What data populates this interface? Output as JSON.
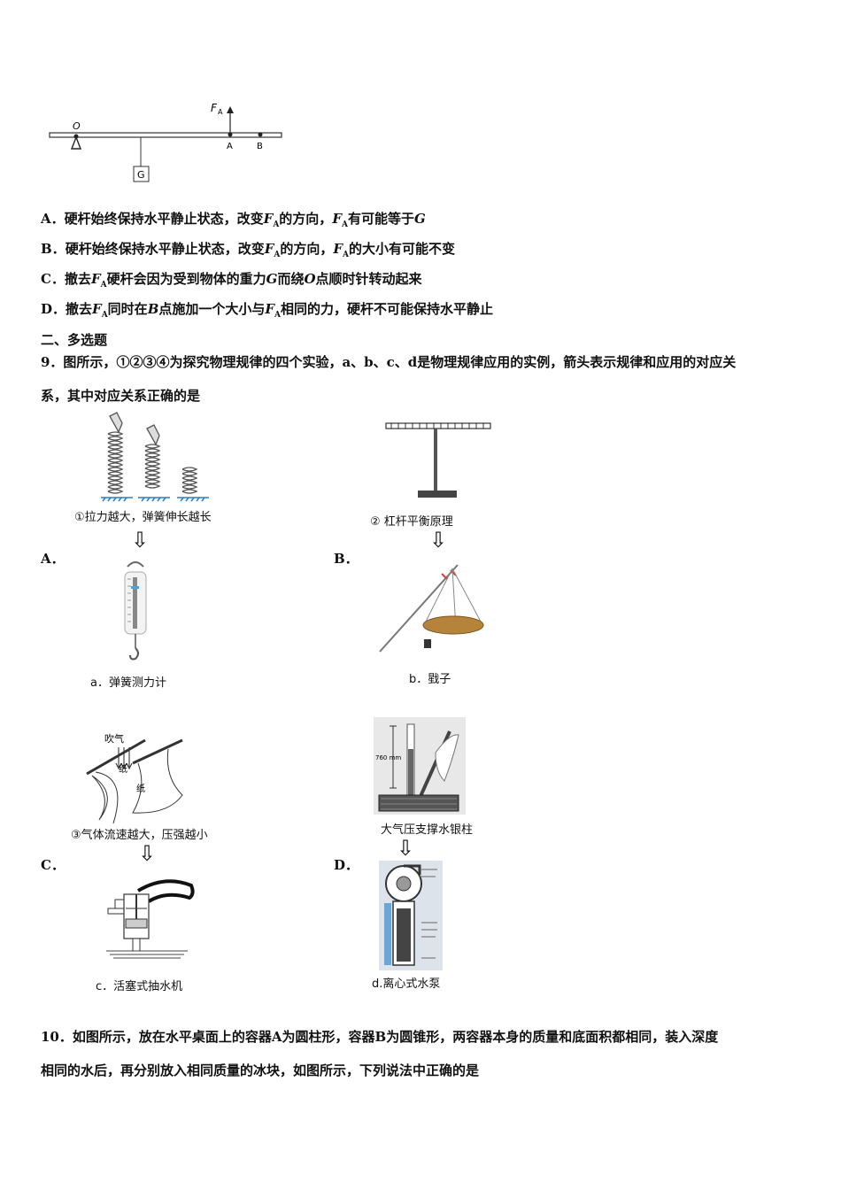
{
  "lever_figure": {
    "label_force": "F",
    "label_force_sub": "A",
    "label_o": "O",
    "label_a": "A",
    "label_b": "B",
    "label_g": "G"
  },
  "q8_options": [
    {
      "letter": "A．",
      "parts": [
        "硬杆始终保持水平静止状态，改变",
        "F",
        "A",
        "的方向，",
        "F",
        "A",
        "有可能等于",
        "G",
        ""
      ]
    },
    {
      "letter": "B．",
      "parts": [
        "硬杆始终保持水平静止状态，改变",
        "F",
        "A",
        "的方向，",
        "F",
        "A",
        "的大小有可能不变",
        "",
        ""
      ]
    },
    {
      "letter": "C．",
      "parts": [
        "撤去",
        "F",
        "A",
        "硬杆会因为受到物体的重力",
        "G",
        "而绕",
        "O",
        "点顺时针转动起来",
        ""
      ]
    },
    {
      "letter": "D．",
      "parts": [
        "撤去",
        "F",
        "A",
        "同时在",
        "B",
        "点施加一个大小与",
        "F",
        "A",
        "相同的力，硬杆不可能保持水平静止"
      ]
    }
  ],
  "section_title": "二、多选题",
  "q9": {
    "line1": "9．图所示，①②③④为探究物理规律的四个实验，a、b、c、d是物理规律应用的实例，箭头表示规律和应用的对应关",
    "line2": "系，其中对应关系正确的是",
    "option_a": "A．",
    "option_b": "B．",
    "option_c": "C．",
    "option_d": "D．",
    "cap_1": "①拉力越大，弹簧伸长越长",
    "cap_2": "② 杠杆平衡原理",
    "cap_3": "③气体流速越大，压强越小",
    "cap_4": "大气压支撑水银柱",
    "cap_a": "a．弹簧测力计",
    "cap_b": "b．戥子",
    "cap_c": "c．活塞式抽水机",
    "cap_d": "d.离心式水泵",
    "fig3_blow": "吹气",
    "fig3_paper1": "纸",
    "fig3_paper2": "纸",
    "fig4_760": "760 mm",
    "arrow": "⇩"
  },
  "q10": {
    "line1": "10．如图所示，放在水平桌面上的容器A为圆柱形，容器B为圆锥形，两容器本身的质量和底面积都相同，装入深度",
    "line2": "相同的水后，再分别放入相同质量的冰块，如图所示，下列说法中正确的是"
  }
}
